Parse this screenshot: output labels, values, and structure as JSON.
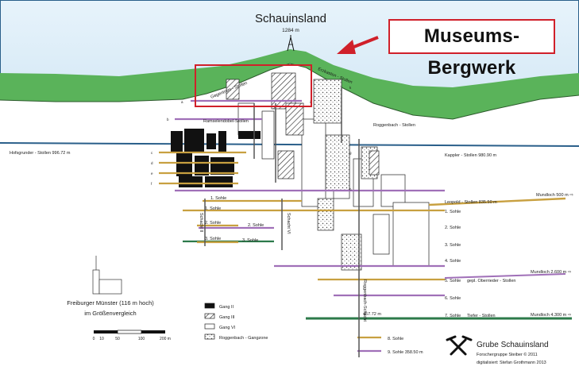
{
  "mountain": {
    "name": "Schauinsland",
    "elevation": "1284 m"
  },
  "badge": "Museums-Bergwerk",
  "colors": {
    "sky": "#cfe6f4",
    "hill_green": "#5ab35a",
    "highlight_red": "#d0202a",
    "ore_black": "#111111",
    "level_brown": "#c8a040",
    "level_purple": "#a070b8",
    "level_green": "#2c7a4a",
    "adit_blue": "#2a5f8a"
  },
  "adits_main": [
    {
      "id": "hofsgrund",
      "text": "Hofsgrunder - Stollen 996.72 m"
    },
    {
      "id": "kappler",
      "text": "Kappler - Stollen 980.90 m"
    },
    {
      "id": "leopold",
      "text": "Leopold - Stollen 835.50 m"
    },
    {
      "id": "roggenbach",
      "text": "Roggenbach - Stollen"
    },
    {
      "id": "ramselendobel",
      "text": "Ramselendobel-Stollen"
    }
  ],
  "inclined_labels": [
    {
      "id": "gegentrum",
      "text": "Gegentrum - Stollen"
    },
    {
      "id": "erzkasten",
      "text": "Erzkasten - Stollen"
    }
  ],
  "mundloch": [
    "Mundloch 500 m ⇨",
    "Mundloch 2.600 m ⇨",
    "Mundloch 4.300 m ⇨"
  ],
  "levels_left": [
    "1. Sohle",
    "2. Sohle",
    "3. Sohle",
    "1. Sohle",
    "2. Sohle",
    "3. Sohle"
  ],
  "levels_right": [
    "1. Sohle",
    "2. Sohle",
    "3. Sohle",
    "4. Sohle",
    "5. Sohle",
    "6. Sohle",
    "7. Sohle",
    "8. Sohle",
    "9. Sohle 358.50 m"
  ],
  "stollen_deep": [
    "gepl. Oberrieder - Stollen",
    "Tiefer - Stollen"
  ],
  "shafts": [
    "Schacht II",
    "Schacht VI",
    "Roggenbach-Schacht"
  ],
  "shaft_depth": "457.72 m",
  "small_marks": {
    "a": "a",
    "b": "b",
    "c": "c",
    "d": "d",
    "e": "e",
    "f": "f",
    "g": "g",
    "h": "h",
    "i": "i",
    "k": "k"
  },
  "minster": {
    "line1": "Freiburger Münster (116 m hoch)",
    "line2": "im Größenvergleich"
  },
  "legend": [
    {
      "label": "Gang II",
      "fill": "#111111"
    },
    {
      "label": "Gang III",
      "fill": "hatch"
    },
    {
      "label": "Gang VI",
      "fill": "#ffffff"
    },
    {
      "label": "Roggenbach - Gangzone",
      "fill": "dots"
    }
  ],
  "scale": {
    "ticks": [
      "0",
      "10",
      "50",
      "100",
      "200 m"
    ]
  },
  "credits": {
    "title": "Grube Schauinsland",
    "line1": "Forschergruppe Steiber © 2011",
    "line2": "digitalisiert: Stefan Grothmann 2013"
  }
}
